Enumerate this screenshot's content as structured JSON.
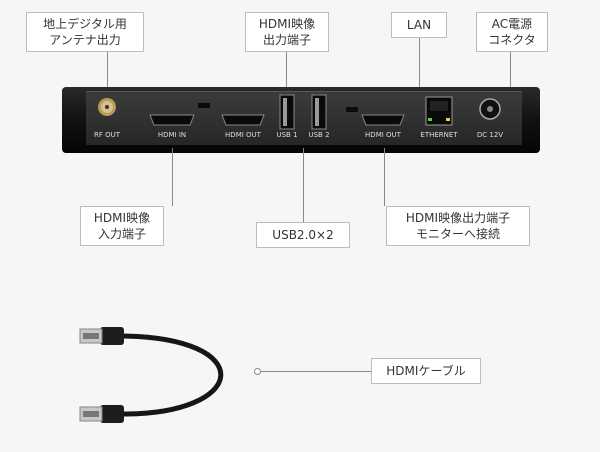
{
  "callouts": {
    "antenna": {
      "line1": "地上デジタル用",
      "line2": "アンテナ出力"
    },
    "hdmi_out": {
      "line1": "HDMI映像",
      "line2": "出力端子"
    },
    "lan": {
      "line1": "LAN"
    },
    "ac": {
      "line1": "AC電源",
      "line2": "コネクタ"
    },
    "hdmi_in": {
      "line1": "HDMI映像",
      "line2": "入力端子"
    },
    "usb": {
      "line1": "USB2.0×2"
    },
    "monitor": {
      "line1": "HDMI映像出力端子",
      "line2": "モニターへ接続"
    },
    "cable": {
      "line1": "HDMIケーブル"
    }
  },
  "port_labels": {
    "rf_out": "RF OUT",
    "hdmi_in": "HDMI IN",
    "hdmi_out": "HDMI OUT",
    "usb1": "USB 1",
    "usb2": "USB 2",
    "hdmi_out2": "HDMI OUT",
    "ethernet": "ETHERNET",
    "dc": "DC 12V"
  }
}
